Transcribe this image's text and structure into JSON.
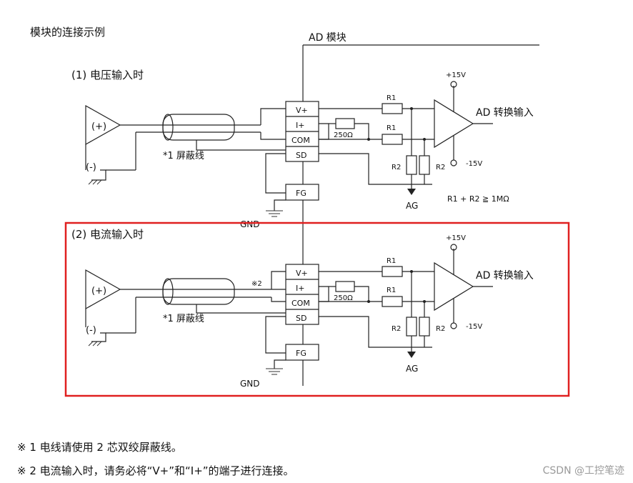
{
  "title": "模块的连接示例",
  "ad_module_label": "AD 模块",
  "section1": {
    "heading": "(1) 电压输入时"
  },
  "section2": {
    "heading": "(2) 电流输入时"
  },
  "labels": {
    "plus": "(+)",
    "minus": "(-)",
    "shield": "*1   屏蔽线",
    "note2_mark": "※2",
    "terminals": [
      "V+",
      "I+",
      "COM",
      "SD"
    ],
    "fg": "FG",
    "gnd": "GND",
    "r1": "R1",
    "r2": "R2",
    "res250": "250Ω",
    "v_plus15": "+15V",
    "v_minus15": "-15V",
    "ad_convert": "AD 转换输入",
    "ag": "AG",
    "condition": "R1 + R2 ≧ 1MΩ"
  },
  "notes": [
    "※ 1  电线请使用 2 芯双绞屏蔽线。",
    "※ 2  电流输入时，请务必将“V+”和“I+”的端子进行连接。"
  ],
  "watermark": "CSDN @工控笔迹",
  "colors": {
    "highlight": "#e02020"
  }
}
